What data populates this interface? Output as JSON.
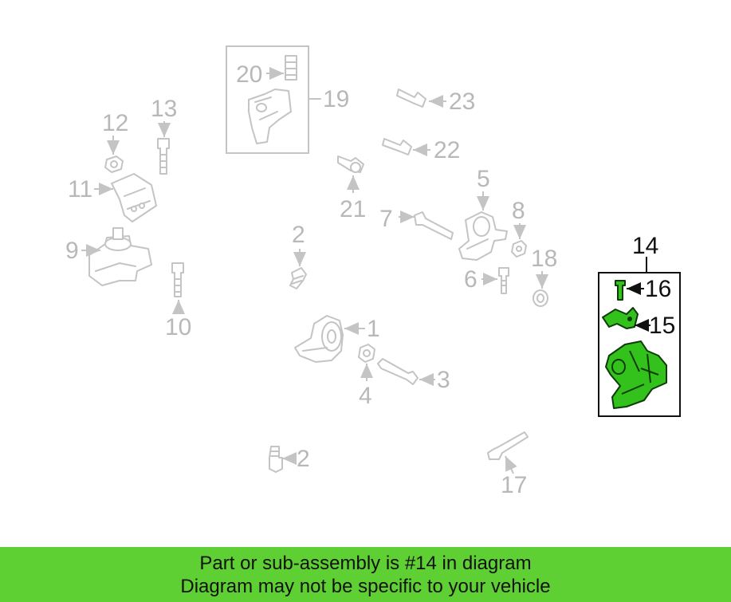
{
  "diagram": {
    "callouts": {
      "c1": "1",
      "c2a": "2",
      "c2b": "2",
      "c3": "3",
      "c4": "4",
      "c5": "5",
      "c6": "6",
      "c7": "7",
      "c8": "8",
      "c9": "9",
      "c10": "10",
      "c11": "11",
      "c12": "12",
      "c13": "13",
      "c14": "14",
      "c15": "15",
      "c16": "16",
      "c17": "17",
      "c18": "18",
      "c19": "19",
      "c20": "20",
      "c21": "21",
      "c22": "22",
      "c23": "23"
    },
    "highlight_part": "14",
    "colors": {
      "highlight": "#33c21c",
      "banner": "#5fd033",
      "muted": "#b8b8b8"
    }
  },
  "banner": {
    "line1": "Part or sub-assembly is #14 in diagram",
    "line2": "Diagram may not be specific to your vehicle"
  }
}
